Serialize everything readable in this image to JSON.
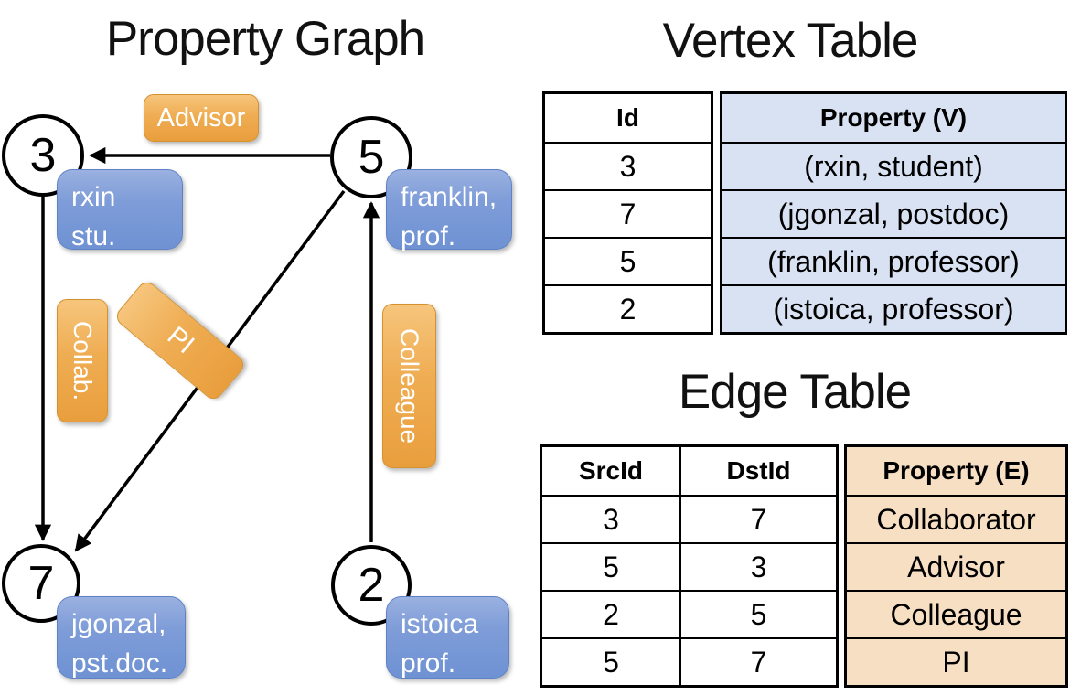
{
  "graph": {
    "title": "Property Graph",
    "nodes": [
      {
        "id": "3",
        "line1": "rxin",
        "line2": "stu."
      },
      {
        "id": "5",
        "line1": "franklin,",
        "line2": "prof."
      },
      {
        "id": "7",
        "line1": "jgonzal,",
        "line2": "pst.doc."
      },
      {
        "id": "2",
        "line1": "istoica",
        "line2": "prof."
      }
    ],
    "edge_labels": {
      "advisor": "Advisor",
      "collab": "Collab.",
      "pi": "PI",
      "colleague": "Colleague"
    }
  },
  "vertex_table": {
    "title": "Vertex Table",
    "col_id": "Id",
    "col_property": "Property (V)",
    "rows": [
      {
        "id": "3",
        "property": "(rxin, student)"
      },
      {
        "id": "7",
        "property": "(jgonzal, postdoc)"
      },
      {
        "id": "5",
        "property": "(franklin, professor)"
      },
      {
        "id": "2",
        "property": "(istoica, professor)"
      }
    ]
  },
  "edge_table": {
    "title": "Edge Table",
    "col_src": "SrcId",
    "col_dst": "DstId",
    "col_property": "Property (E)",
    "rows": [
      {
        "src": "3",
        "dst": "7",
        "property": "Collaborator"
      },
      {
        "src": "5",
        "dst": "3",
        "property": "Advisor"
      },
      {
        "src": "2",
        "dst": "5",
        "property": "Colleague"
      },
      {
        "src": "5",
        "dst": "7",
        "property": "PI"
      }
    ]
  },
  "colors": {
    "edge_label_orange": "#efad53",
    "vertex_box_blue": "#7e9cd8",
    "vertex_table_cell_bg": "#d9e2f3",
    "edge_table_cell_bg": "#f7dfc3",
    "line_black": "#000000"
  }
}
